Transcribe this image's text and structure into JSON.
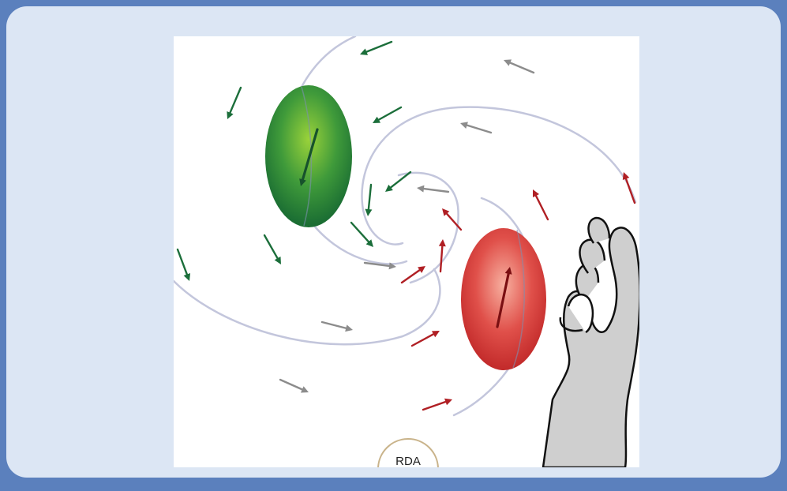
{
  "diagram": {
    "badge_text": "RDA",
    "colors": {
      "background": "#5b80bd",
      "panel": "#dce6f4",
      "green_arrow": "#1b6e3a",
      "red_arrow": "#b01f24",
      "gray_arrow": "#8c8c8c",
      "flow_line": "#c3c6dc",
      "badge_ring": "#c9b38a"
    },
    "elements": {
      "green_ellipse": "negative-charge-region",
      "red_ellipse": "positive-charge-region",
      "hand": "right-hand-icon"
    }
  }
}
